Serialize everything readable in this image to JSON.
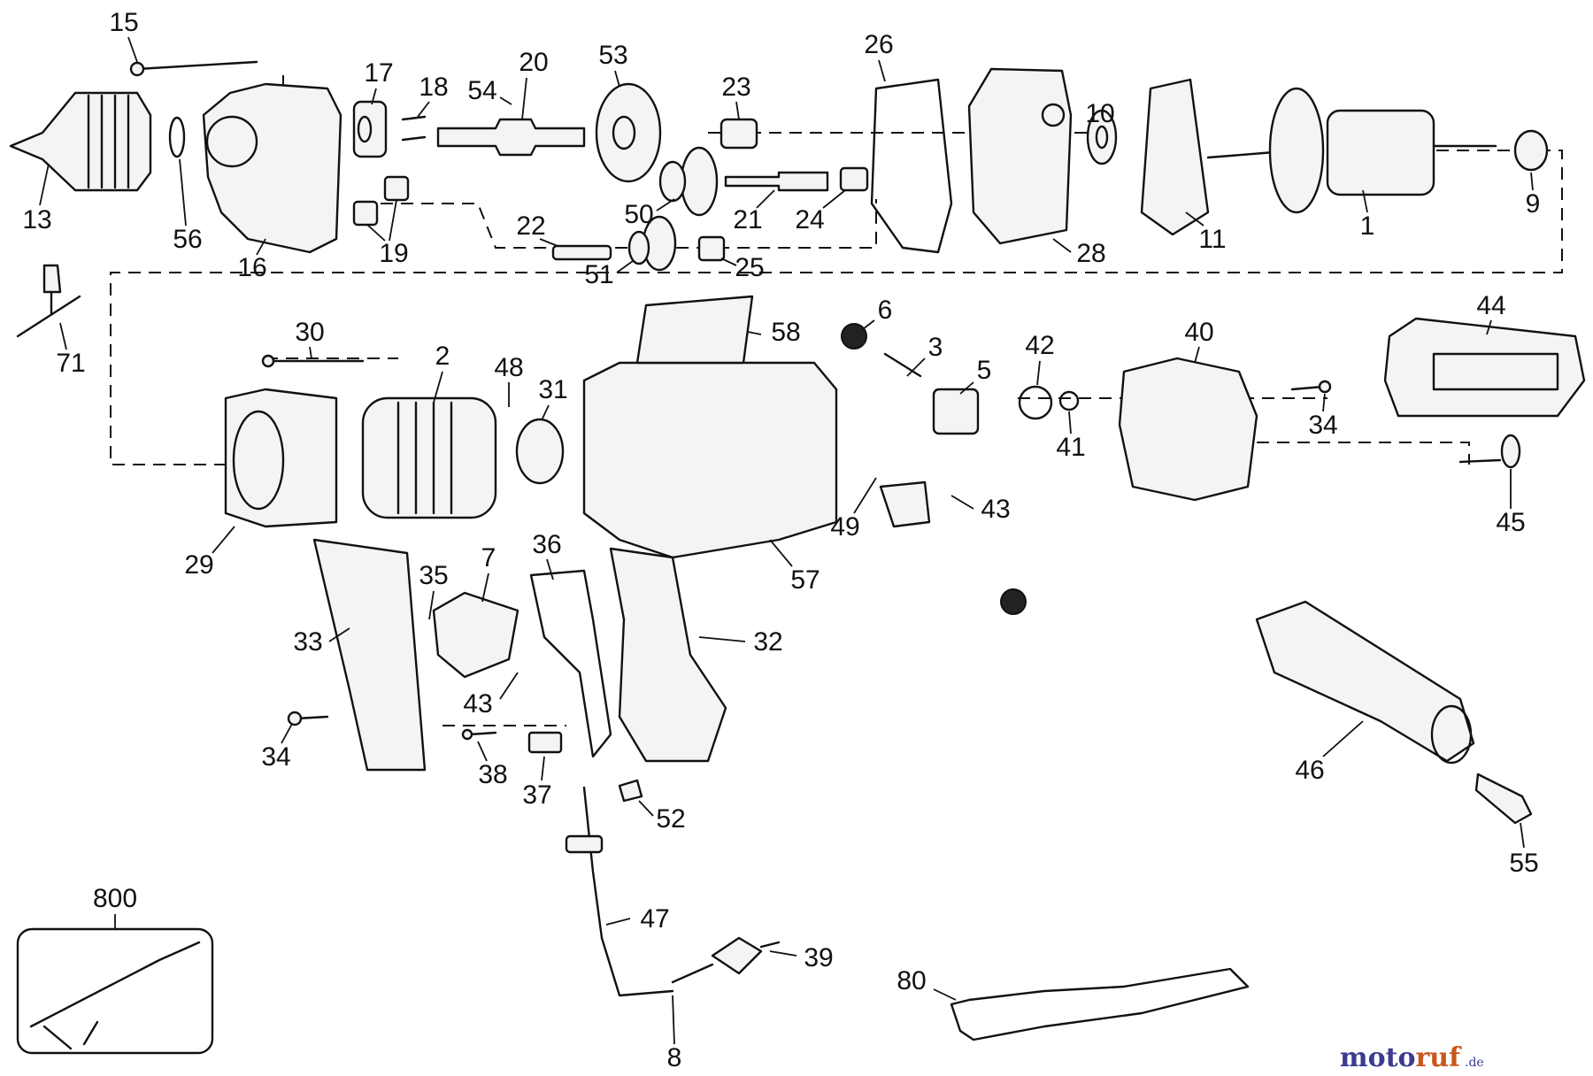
{
  "diagram": {
    "part_labels": {
      "p1": "1",
      "p2": "2",
      "p3": "3",
      "p5": "5",
      "p6": "6",
      "p7": "7",
      "p8": "8",
      "p9": "9",
      "p10": "10",
      "p11": "11",
      "p13": "13",
      "p15": "15",
      "p16": "16",
      "p17": "17",
      "p18": "18",
      "p19": "19",
      "p20": "20",
      "p21": "21",
      "p22": "22",
      "p23": "23",
      "p24": "24",
      "p25": "25",
      "p26": "26",
      "p28": "28",
      "p29": "29",
      "p30": "30",
      "p31": "31",
      "p32": "32",
      "p33": "33",
      "p34a": "34",
      "p34b": "34",
      "p35": "35",
      "p36": "36",
      "p37": "37",
      "p38": "38",
      "p39": "39",
      "p40": "40",
      "p41": "41",
      "p42": "42",
      "p43a": "43",
      "p43b": "43",
      "p44": "44",
      "p45": "45",
      "p46": "46",
      "p47": "47",
      "p48": "48",
      "p49": "49",
      "p50": "50",
      "p51": "51",
      "p52": "52",
      "p53": "53",
      "p54": "54",
      "p55": "55",
      "p56": "56",
      "p57": "57",
      "p58": "58",
      "p71": "71",
      "p80": "80",
      "p800": "800"
    }
  },
  "watermark": {
    "brand_a": "moto",
    "brand_b": "ruf",
    "tld": ".de"
  }
}
